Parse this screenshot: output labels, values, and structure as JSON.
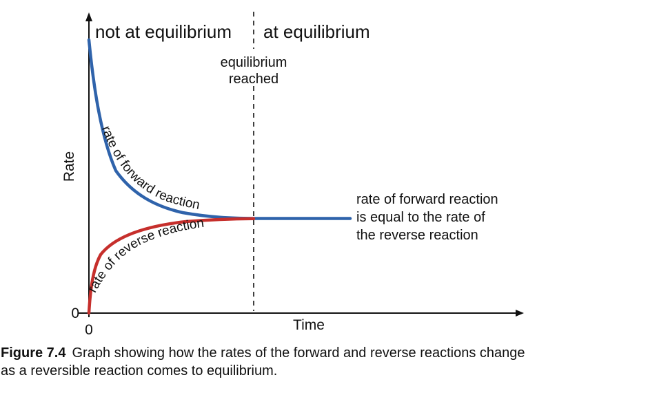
{
  "figure": {
    "top_labels": {
      "left": "not at equilibrium",
      "right": "at equilibrium"
    },
    "equilibrium_marker": {
      "line1": "equilibrium",
      "line2": "reached"
    },
    "y_axis": {
      "label": "Rate",
      "origin_tick": "0"
    },
    "x_axis": {
      "label": "Time",
      "origin_tick": "0"
    },
    "curve_labels": {
      "forward": "rate of forward reaction",
      "reverse": "rate of reverse reaction"
    },
    "annotation": {
      "line1": "rate of forward reaction",
      "line2": "is equal to the rate of",
      "line3": "the reverse reaction"
    },
    "caption": {
      "label": "Figure 7.4",
      "line1": "Graph showing how the rates of the forward and reverse reactions change",
      "line2": "as a reversible reaction comes to equilibrium."
    },
    "colors": {
      "forward": "#2f63ab",
      "reverse": "#c62f2c",
      "ink": "#111111"
    }
  },
  "chart_data": {
    "type": "line",
    "title": "",
    "xlabel": "Time",
    "ylabel": "Rate",
    "x_tick_labels": [
      "0"
    ],
    "y_tick_labels": [
      "0"
    ],
    "xlim": [
      0,
      10
    ],
    "ylim": [
      0,
      1.05
    ],
    "grid": false,
    "legend_position": "labels-on-curves",
    "x": [
      0,
      0.25,
      0.5,
      0.75,
      1,
      1.5,
      2,
      2.5,
      3,
      3.5,
      4,
      5,
      6
    ],
    "series": [
      {
        "name": "rate of forward reaction",
        "color": "#2f63ab",
        "values": [
          1.0,
          0.8,
          0.66,
          0.57,
          0.5,
          0.42,
          0.38,
          0.36,
          0.355,
          0.35,
          0.35,
          0.35,
          0.35
        ]
      },
      {
        "name": "rate of reverse reaction",
        "color": "#c62f2c",
        "values": [
          0.0,
          0.14,
          0.21,
          0.25,
          0.28,
          0.31,
          0.33,
          0.34,
          0.345,
          0.35,
          0.35,
          0.35,
          0.35
        ]
      }
    ],
    "equilibrium_time": 3.8,
    "plateau_rate": 0.35,
    "annotations": [
      {
        "text": "not at equilibrium",
        "region": "left of dashed line"
      },
      {
        "text": "at equilibrium",
        "region": "right of dashed line"
      },
      {
        "text": "equilibrium reached",
        "at": "dashed vertical line, x = 3.8"
      },
      {
        "text": "rate of forward reaction is equal to the rate of the reverse reaction",
        "at": "right end of plateau"
      }
    ]
  }
}
